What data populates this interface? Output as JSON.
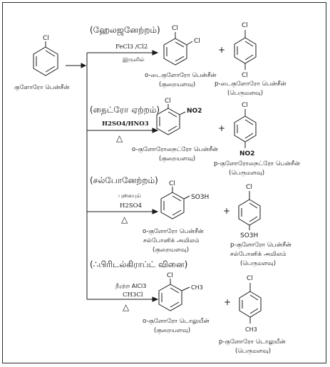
{
  "start": {
    "substituent": "Cl",
    "name": "குளோரோ பென்சீன்"
  },
  "reactions": [
    {
      "title": "(ஹேலஜனேற்றம்)",
      "reagent_top": "FeCl3 /Cl2",
      "reagent_bottom": "இருளில்",
      "ortho": {
        "substituents": [
          "Cl",
          "Cl"
        ],
        "name": "o-டைகுளோரோ பென்சீன்",
        "yield": "(குறையளவு)"
      },
      "para": {
        "substituents": [
          "Cl",
          "Cl"
        ],
        "name": "p-டைகுளோரோ பென்சீன்",
        "yield": "(பெருமளவு)"
      }
    },
    {
      "title": "(நைட்ரோ ஏற்றம்)",
      "reagent_top": "H2SO4/HNO3",
      "reagent_bottom": "△",
      "ortho": {
        "substituents": [
          "Cl",
          "NO2"
        ],
        "name": "o-குளோரோநைட்ரோ பென்சீன்",
        "yield": "(குறையளவு)"
      },
      "para": {
        "substituents": [
          "Cl",
          "NO2"
        ],
        "name": "p-குளோரோநைட்ரோ பென்சீன்",
        "yield": "(பெருமளவு)"
      }
    },
    {
      "title": "(சல்போனேற்றம்)",
      "reagent_pre": "புகையும்",
      "reagent_top": "H2SO4",
      "reagent_bottom": "△",
      "ortho": {
        "substituents": [
          "Cl",
          "SO3H"
        ],
        "name": "o-குளோரோ பென்சீன்",
        "name2": "சல்போனிக் அமிலம்",
        "yield": "(குறையளவு)"
      },
      "para": {
        "substituents": [
          "Cl",
          "SO3H"
        ],
        "name": "p-குளோரோ பென்சீன்",
        "name2": "சல்போனிக் அமிலம்",
        "yield": "(பெருமளவு)"
      }
    },
    {
      "title": "(∴பிரிடல்கிராப்ட் வினை)",
      "reagent_pre": "நீரற்ற AlCl3",
      "reagent_top": "CH3Cl",
      "reagent_bottom": "△",
      "ortho": {
        "substituents": [
          "Cl",
          "CH3"
        ],
        "name": "o-குளோரோ டொலுயீன்",
        "yield": "(குறையளவு)"
      },
      "para": {
        "substituents": [
          "Cl",
          "CH3"
        ],
        "name": "p-குளோரோ டொலுயீன்",
        "yield": "(பெருமளவு)"
      }
    }
  ],
  "plus": "+"
}
